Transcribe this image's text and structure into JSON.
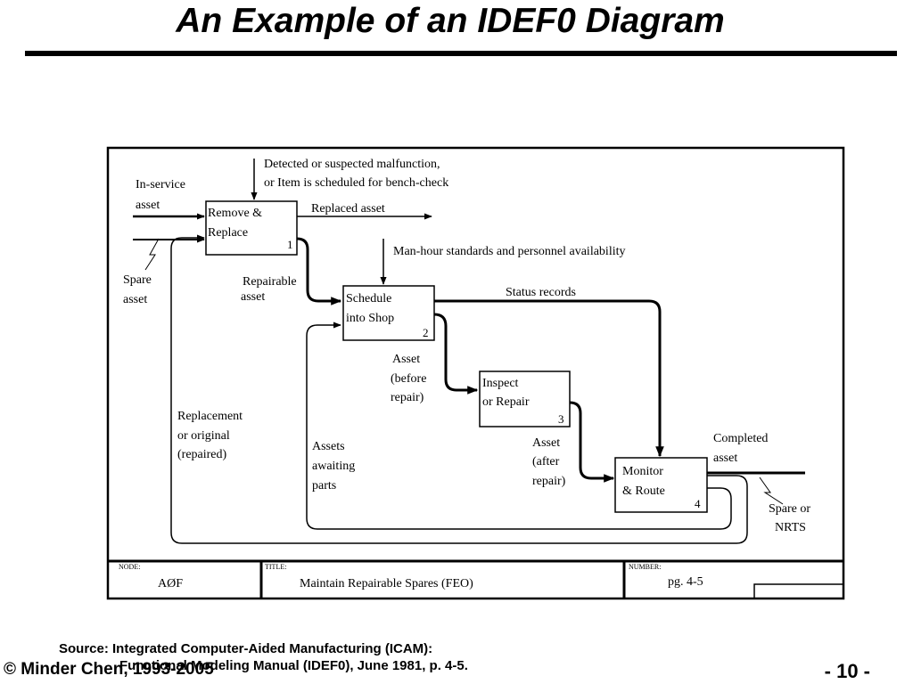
{
  "slide": {
    "title": "An Example of an IDEF0 Diagram",
    "source_line1": "Source: Integrated Computer-Aided Manufacturing (ICAM):",
    "source_line2": "Functional Modeling Manual (IDEF0), June 1981, p. 4-5.",
    "copyright": "© Minder Chen, 1993-2005",
    "page_number": "- 10 -"
  },
  "diagram": {
    "boxes": [
      {
        "line1": "Remove &",
        "line2": "Replace",
        "number": "1"
      },
      {
        "line1": "Schedule",
        "line2": "into Shop",
        "number": "2"
      },
      {
        "line1": "Inspect",
        "line2": "or Repair",
        "number": "3"
      },
      {
        "line1": "Monitor",
        "line2": "& Route",
        "number": "4"
      }
    ],
    "labels": {
      "malfunction_1": "Detected or suspected malfunction,",
      "malfunction_2": "or Item is scheduled for bench-check",
      "inservice_1": "In-service",
      "inservice_2": "asset",
      "replaced_asset": "Replaced asset",
      "manhour": "Man-hour standards and personnel availability",
      "spare_1": "Spare",
      "spare_2": "asset",
      "repairable_1": "Repairable",
      "repairable_2": "asset",
      "status_records": "Status records",
      "before_1": "Asset",
      "before_2": "(before",
      "before_3": "repair)",
      "replacement_1": "Replacement",
      "replacement_2": "or original",
      "replacement_3": "(repaired)",
      "awaiting_1": "Assets",
      "awaiting_2": "awaiting",
      "awaiting_3": "parts",
      "after_1": "Asset",
      "after_2": "(after",
      "after_3": "repair)",
      "completed_1": "Completed",
      "completed_2": "asset",
      "nrts_1": "Spare or",
      "nrts_2": "NRTS"
    },
    "footer": {
      "node_label": "NODE:",
      "node_value": "AØF",
      "title_label": "TITLE:",
      "title_value": "Maintain Repairable Spares (FEO)",
      "number_label": "NUMBER:",
      "number_value": "pg. 4-5"
    }
  }
}
